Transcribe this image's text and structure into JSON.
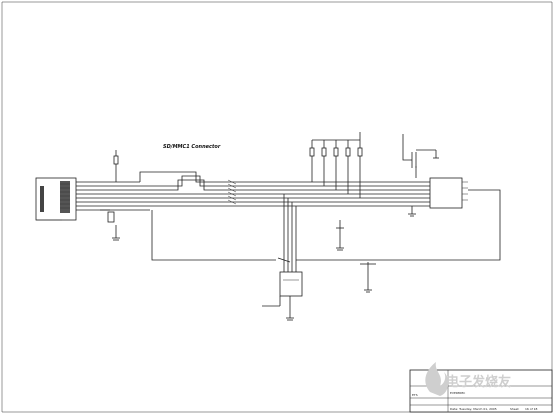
{
  "diagram": {
    "title": "SD/MMC1 Connector"
  },
  "title_block": {
    "code": "EVERMMC",
    "prefix": "ETS",
    "date_line": "Date: Tuesday, March 01, 2005",
    "sheet": "Sheet",
    "sheet_no": "16 of 18"
  },
  "watermark": {
    "text": "电子发烧友",
    "icon": "flame-logo-icon"
  }
}
